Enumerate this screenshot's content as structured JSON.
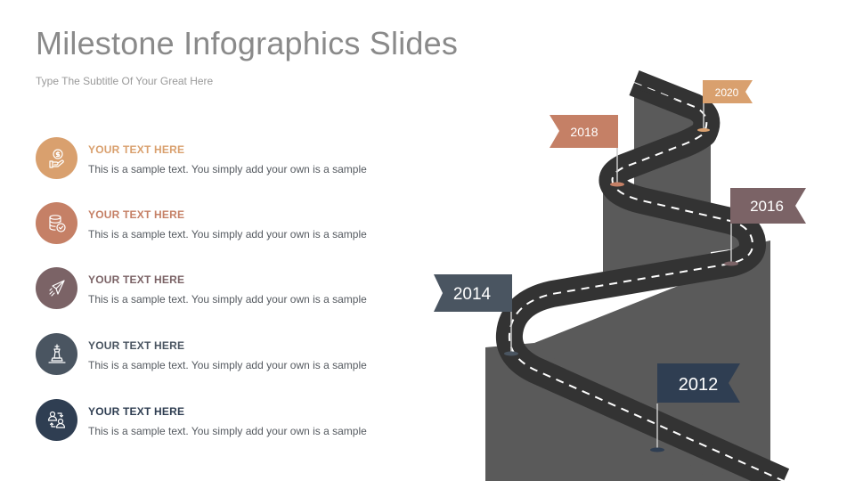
{
  "header": {
    "title": "Milestone Infographics Slides",
    "subtitle": "Type The Subtitle Of Your Great Here"
  },
  "items": [
    {
      "heading": "YOUR TEXT HERE",
      "text": "This is a sample text.  You simply add your own is a sample",
      "icon": "money-hand-icon",
      "color": "#D9A06E"
    },
    {
      "heading": "YOUR TEXT HERE",
      "text": "This is a sample text.  You simply add your own is a sample",
      "icon": "database-check-icon",
      "color": "#C58066"
    },
    {
      "heading": "YOUR TEXT HERE",
      "text": "This is a sample text.  You simply add your own is a sample",
      "icon": "paper-plane-icon",
      "color": "#7B6366"
    },
    {
      "heading": "YOUR TEXT HERE",
      "text": "This is a sample text.  You simply add your own is a sample",
      "icon": "chess-king-icon",
      "color": "#4A5561"
    },
    {
      "heading": "YOUR TEXT HERE",
      "text": "This is a sample text.  You simply add your own is a sample",
      "icon": "user-exchange-icon",
      "color": "#2F3E52"
    }
  ],
  "milestones": [
    {
      "year": "2012",
      "color": "#2F3E52"
    },
    {
      "year": "2014",
      "color": "#4A5561"
    },
    {
      "year": "2016",
      "color": "#7B6366"
    },
    {
      "year": "2018",
      "color": "#C58066"
    },
    {
      "year": "2020",
      "color": "#D9A06E"
    }
  ],
  "colors": {
    "road": "#333333",
    "panel": "#5A5A5A",
    "lane": "#ffffff",
    "pole": "#c9c9c9"
  }
}
